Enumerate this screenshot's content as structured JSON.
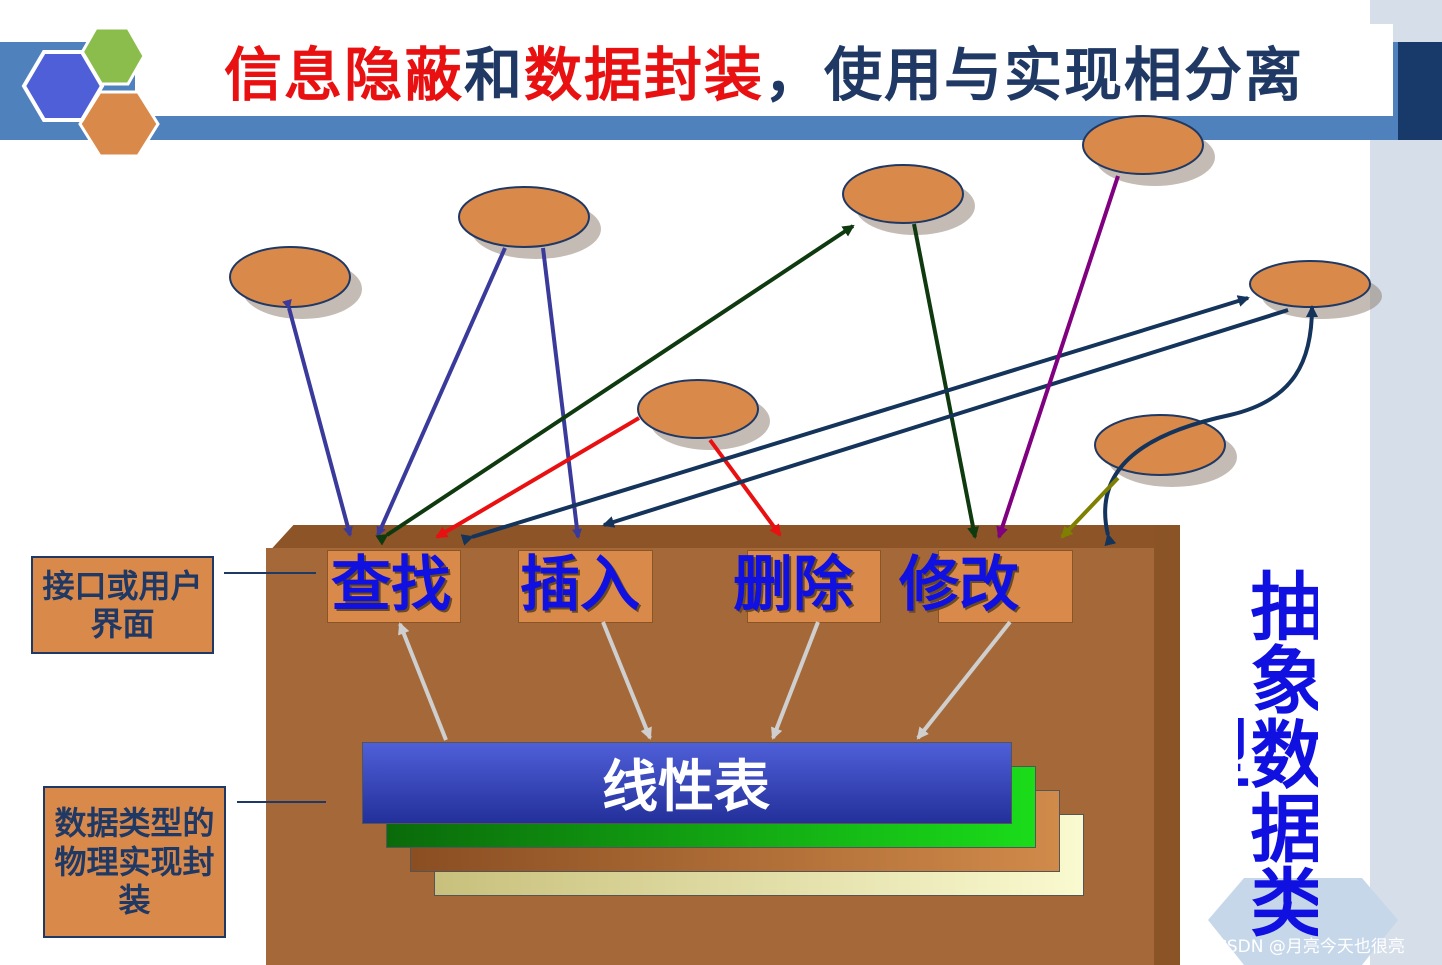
{
  "title": {
    "part1": "信息隐蔽",
    "part2": "和",
    "part3": "数据封装",
    "part4": "，使用与实现相分离"
  },
  "operations": [
    "查找",
    "插入",
    "删除",
    "修改"
  ],
  "data_structure": "线性表",
  "notes": {
    "interface": "接口或用户界面",
    "physical": "数据类型的物理实现封装"
  },
  "adt_label": "抽象数据类型",
  "watermark": "CSDN @月亮今天也很亮",
  "colors": {
    "title_red": "#e81010",
    "title_navy": "#1f3864",
    "operation_text": "#1010e0",
    "ellipse_fill": "#d98a4a",
    "box_brown": "#a56939"
  }
}
